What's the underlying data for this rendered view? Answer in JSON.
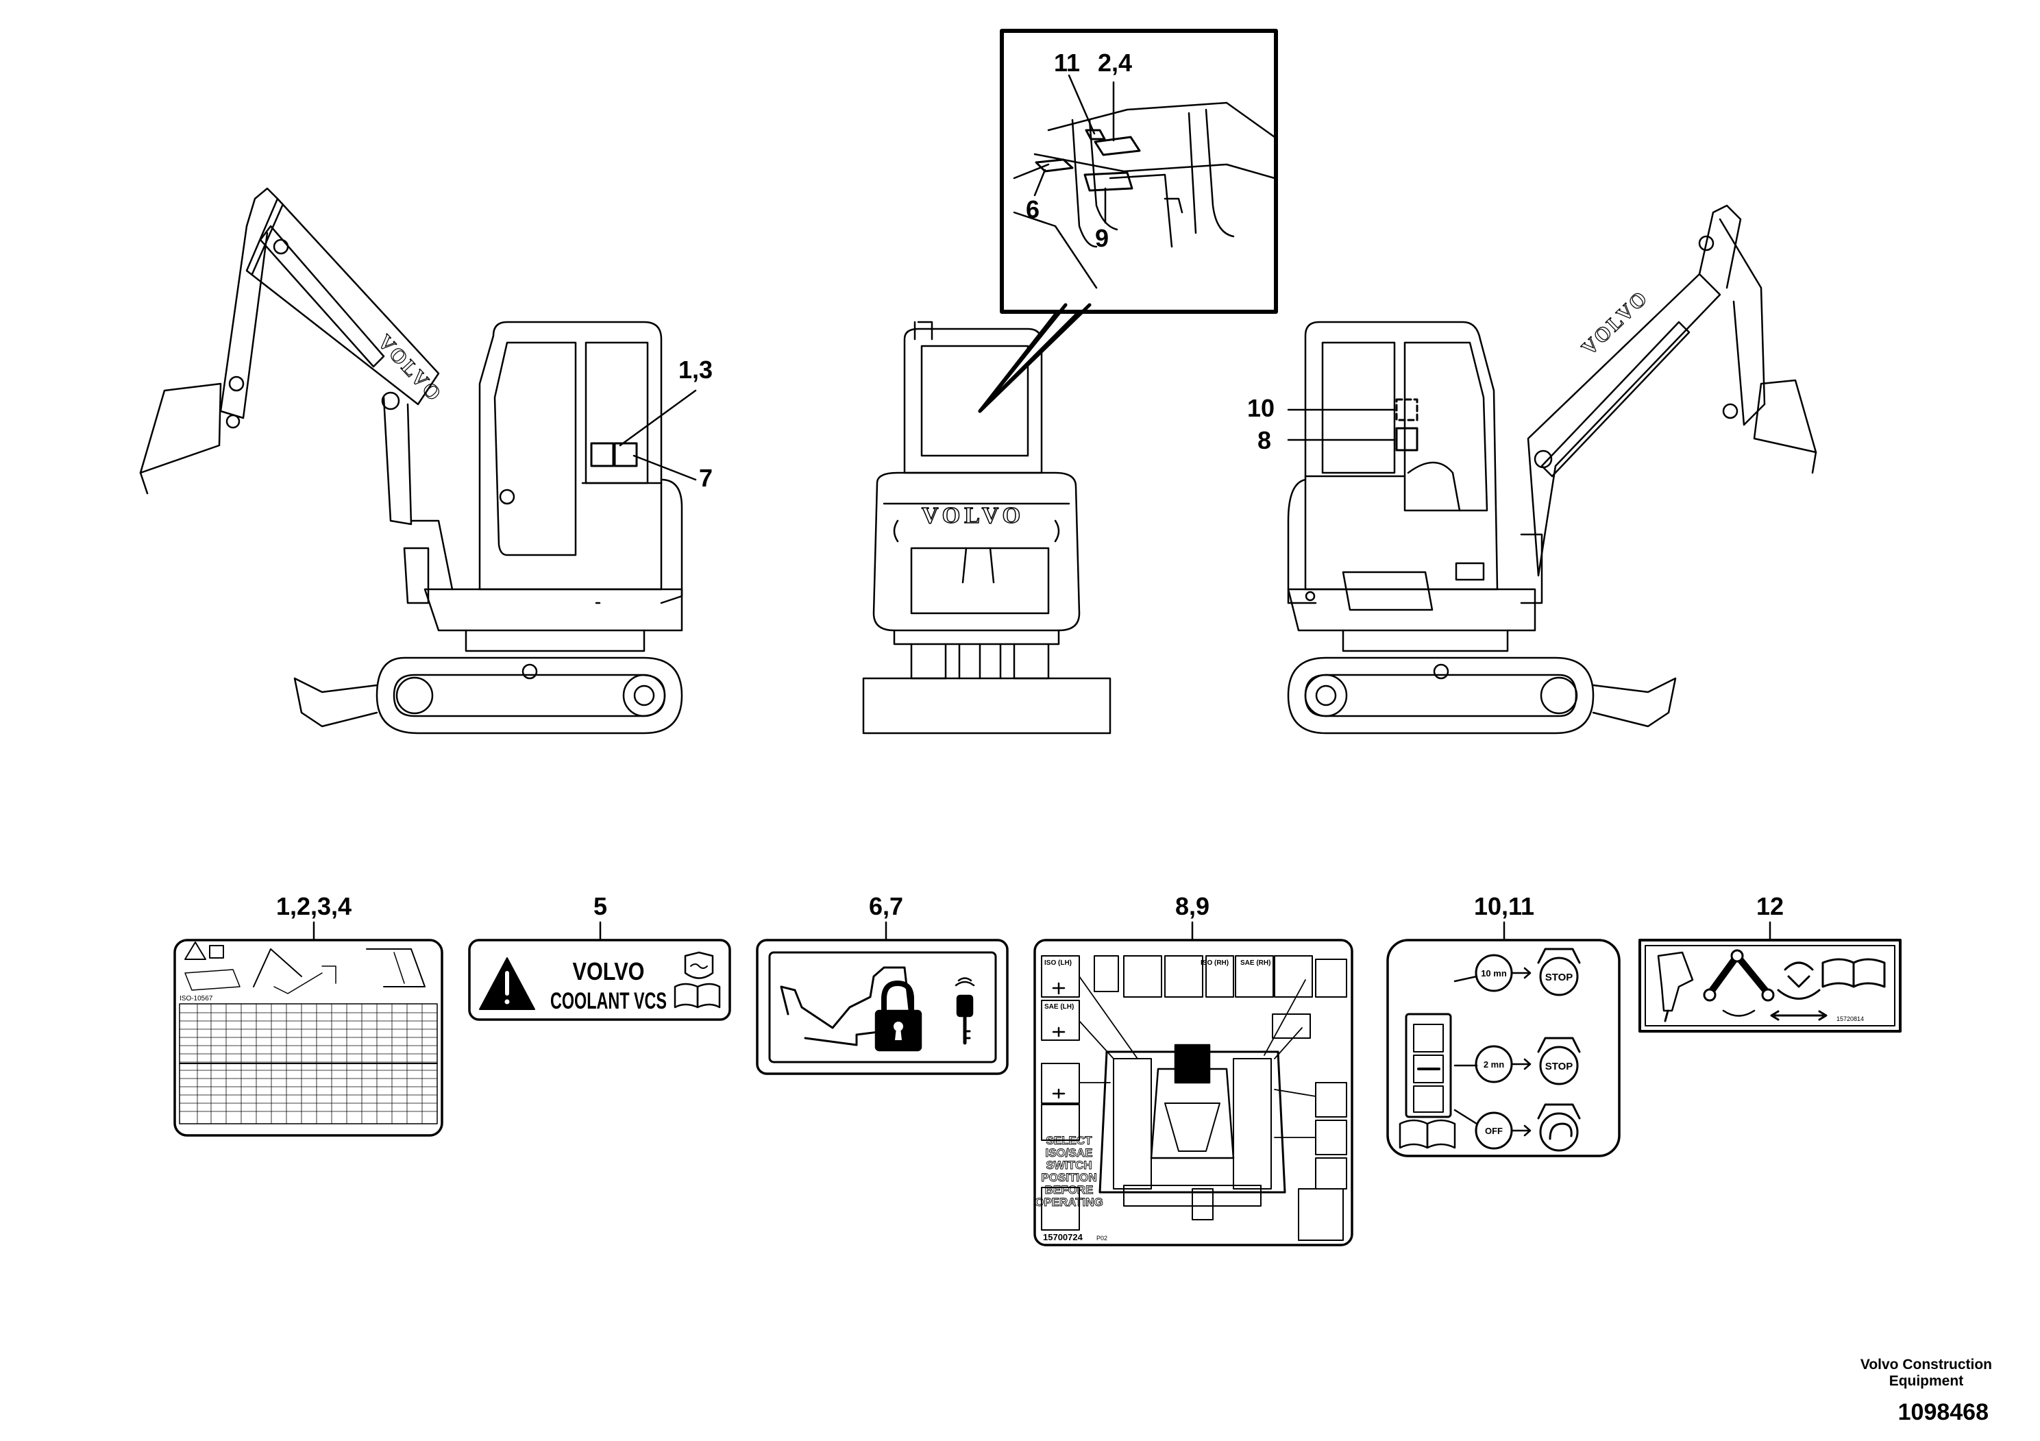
{
  "callouts": {
    "c_11": "11",
    "c_2_4": "2,4",
    "c_6": "6",
    "c_9": "9",
    "c_1_3": "1,3",
    "c_7": "7",
    "c_10": "10",
    "c_8": "8"
  },
  "machine": {
    "brand": "VOLVO"
  },
  "decals": {
    "d1": {
      "label": "1,2,3,4",
      "standard": "ISO-10567"
    },
    "d5": {
      "label": "5",
      "line1": "VOLVO",
      "line2": "COOLANT VCS"
    },
    "d6": {
      "label": "6,7"
    },
    "d8": {
      "label": "8,9",
      "iso_lh": "ISO (LH)",
      "iso_rh": "ISO (RH)",
      "sae_rh": "SAE (RH)",
      "sae_lh": "SAE (LH)",
      "warn": [
        "SELECT",
        "ISO/SAE",
        "SWITCH",
        "POSITION",
        "BEFORE",
        "OPERATING"
      ],
      "partno": "15700724",
      "rev": "P02"
    },
    "d10": {
      "label": "10,11",
      "t1": "10 mn",
      "t2": "2 mn",
      "t3": "OFF",
      "stop": "STOP"
    },
    "d12": {
      "label": "12",
      "partno": "15720814"
    }
  },
  "footer": {
    "company_line1": "Volvo Construction",
    "company_line2": "Equipment",
    "drawing_no": "1098468"
  }
}
